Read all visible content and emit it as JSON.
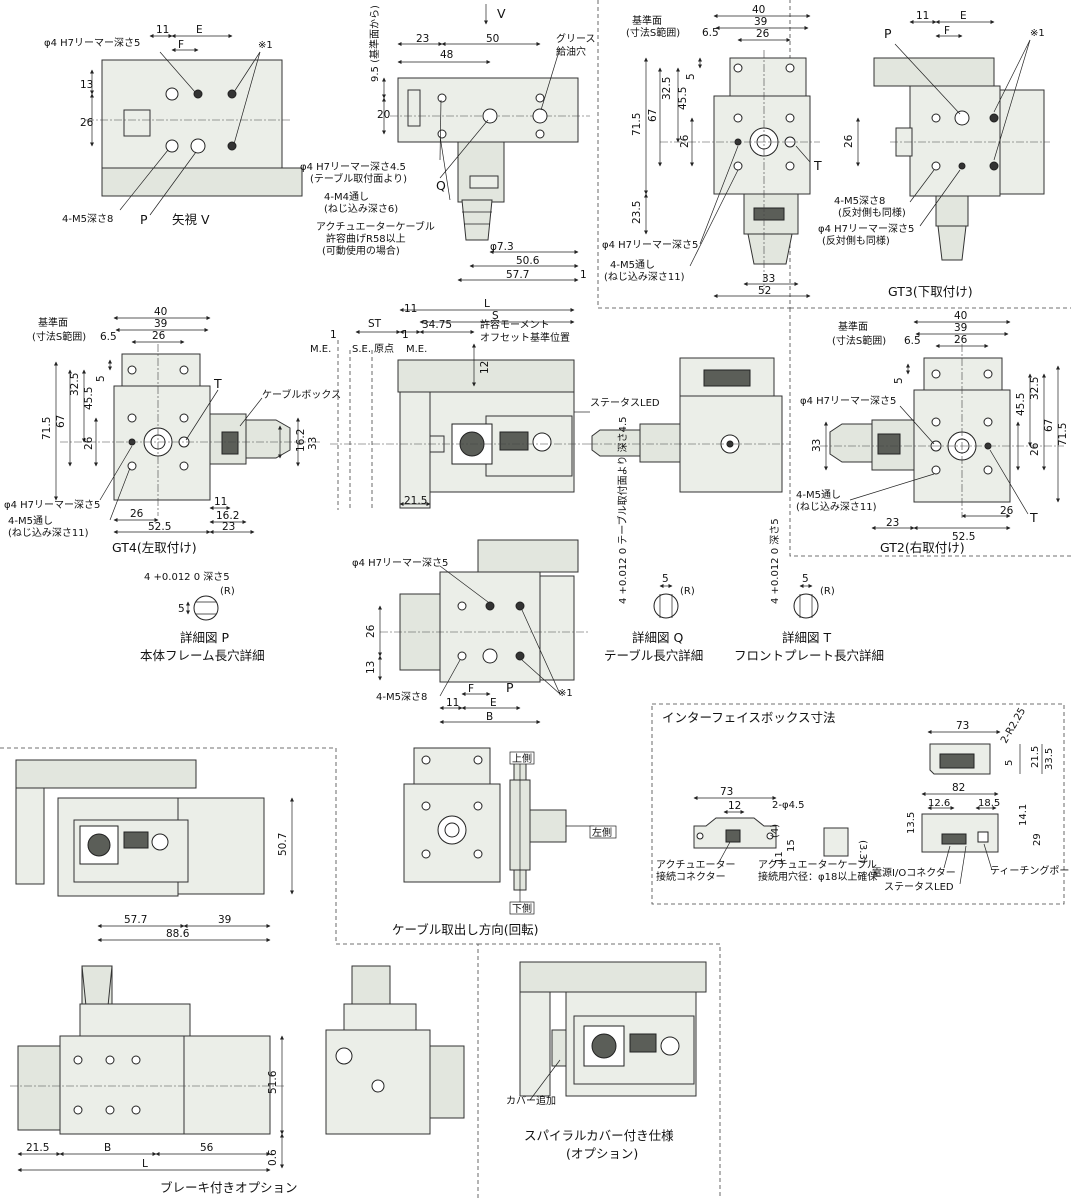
{
  "view_v": {
    "arrow": "V",
    "dims": {
      "d11": "11",
      "e": "E",
      "f": "F",
      "d13": "13",
      "d26": "26"
    },
    "callout_reamer": "φ4 H7リーマー深さ5",
    "callout_m5": "4-M5深さ8",
    "note1": "※1",
    "p": "P",
    "caption": "矢視 V"
  },
  "top_view": {
    "dims": {
      "d9_5": "9.5 (基準面から)",
      "d23": "23",
      "d48": "48",
      "d50": "50",
      "d20": "20",
      "d7_3": "φ7.3",
      "d50_6": "50.6",
      "d57_7": "57.7",
      "d1": "1"
    },
    "grease": "グリース",
    "grease2": "給油穴",
    "callout_reamer": "φ4 H7リーマー深さ4.5",
    "callout_reamer2": "(テーブル取付面より)",
    "callout_m4": "4-M4通し",
    "callout_m4_2": "(ねじ込み深さ6)",
    "q": "Q",
    "cable1": "アクチュエーターケーブル",
    "cable2": "許容曲げR58以上",
    "cable3": "(可動使用の場合)"
  },
  "gt3": {
    "ref1": "基準面",
    "ref2": "(寸法S範囲)",
    "dims": {
      "d40": "40",
      "d39": "39",
      "d26": "26",
      "d6_5": "6.5",
      "d5": "5",
      "d32_5": "32.5",
      "d45_5": "45.5",
      "d71_5": "71.5",
      "d67": "67",
      "d26b": "26",
      "d23_5": "23.5",
      "d33": "33",
      "d52": "52"
    },
    "t": "T",
    "callout_reamer": "φ4 H7リーマー深さ5",
    "callout_m5": "4-M5通し",
    "callout_m5_2": "(ねじ込み深さ11)",
    "caption": "GT3(下取付け)"
  },
  "side_view_right": {
    "dims": {
      "d11": "11",
      "e": "E",
      "f": "F",
      "d26": "26"
    },
    "p": "P",
    "note1": "※1",
    "callout_m5": "4-M5深さ8",
    "callout_m5_2": "(反対側も同様)",
    "callout_reamer": "φ4 H7リーマー深さ5",
    "callout_reamer2": "(反対側も同様)"
  },
  "gt4": {
    "ref1": "基準面",
    "ref2": "(寸法S範囲)",
    "dims": {
      "d40": "40",
      "d39": "39",
      "d26": "26",
      "d6_5": "6.5",
      "d5": "5",
      "d32_5": "32.5",
      "d45_5": "45.5",
      "d71_5": "71.5",
      "d67": "67",
      "d26b": "26",
      "d26c": "26",
      "d52_5": "52.5",
      "d11": "11",
      "d16_2": "16.2",
      "d23": "23",
      "d33": "33",
      "d16_2b": "16.2"
    },
    "t": "T",
    "callout_reamer": "φ4 H7リーマー深さ5",
    "callout_m5": "4-M5通し",
    "callout_m5_2": "(ねじ込み深さ11)",
    "cable_box": "ケーブルボックス",
    "caption": "GT4(左取付け)"
  },
  "front_view": {
    "dims": {
      "l": "L",
      "s": "S",
      "st": "ST",
      "d11": "11",
      "d34_75": "34.75",
      "d1a": "1",
      "d1b": "1",
      "d12": "12",
      "d21_5": "21.5"
    },
    "me1": "M.E.",
    "se": "S.E.",
    "origin": "原点",
    "me2": "M.E.",
    "moment1": "許容モーメント",
    "moment2": "オフセット基準位置",
    "status_led": "ステータスLED"
  },
  "gt2": {
    "ref1": "基準面",
    "ref2": "(寸法S範囲)",
    "dims": {
      "d40": "40",
      "d39": "39",
      "d26": "26",
      "d6_5": "6.5",
      "d5": "5",
      "d32_5": "32.5",
      "d45_5": "45.5",
      "d71_5": "71.5",
      "d67": "67",
      "d26b": "26",
      "d33": "33",
      "d23": "23",
      "d52_5": "52.5",
      "d26c": "26"
    },
    "callout_reamer": "φ4 H7リーマー深さ5",
    "callout_m5": "4-M5通し",
    "callout_m5_2": "(ねじ込み深さ11)",
    "t": "T",
    "caption": "GT2(右取付け)"
  },
  "detail_p": {
    "tol": "4 +0.012 0 深さ5",
    "d5": "5",
    "r": "(R)",
    "title": "詳細図 P",
    "sub": "本体フレーム長穴詳細"
  },
  "detail_q": {
    "tol": "4 +0.012 0 テーブル取付面より 深さ4.5",
    "d5": "5",
    "r": "(R)",
    "title": "詳細図 Q",
    "sub": "テーブル長穴詳細"
  },
  "detail_t": {
    "tol": "4 +0.012 0 深さ5",
    "d5": "5",
    "r": "(R)",
    "title": "詳細図 T",
    "sub": "フロントプレート長穴詳細"
  },
  "bottom_view": {
    "callout_reamer": "φ4 H7リーマー深さ5",
    "callout_m5": "4-M5深さ8",
    "note1": "※1",
    "dims": {
      "d26": "26",
      "d13": "13",
      "f": "F",
      "e": "E",
      "b": "B",
      "d11": "11"
    },
    "p": "P"
  },
  "interface_box": {
    "title": "インターフェイスボックス寸法",
    "dims": {
      "d73a": "73",
      "d12": "12",
      "d2_4_5": "2-φ4.5",
      "d4": "(4)",
      "d15": "15",
      "d11": "11",
      "d3_3": "(3.3)",
      "d73b": "73",
      "r2_25": "2-R2.25",
      "d5": "5",
      "d21_5": "21.5",
      "d33_5": "33.5",
      "d82": "82",
      "d12_6": "12.6",
      "d18_5": "18.5",
      "d13_5": "13.5",
      "d14_1": "14.1",
      "d29": "29"
    },
    "conn1": "アクチュエーター",
    "conn2": "接続コネクター",
    "hole1": "アクチュエーターケーブル",
    "hole2": "接続用穴径：φ18以上確保",
    "power": "電源I/Oコネクター",
    "led": "ステータスLED",
    "teach": "ティーチングポート"
  },
  "motor_side": {
    "d50_7": "50.7"
  },
  "cable_dir": {
    "up": "上側",
    "left": "左側",
    "down": "下側",
    "caption": "ケーブル取出し方向(回転)"
  },
  "brake": {
    "dims": {
      "d57_7": "57.7",
      "d39": "39",
      "d88_6": "88.6",
      "d51_6": "51.6",
      "d21_5": "21.5",
      "b": "B",
      "d56": "56",
      "l": "L",
      "d0_6": "0.6"
    },
    "caption": "ブレーキ付きオプション"
  },
  "spiral": {
    "cover": "カバー追加",
    "caption1": "スパイラルカバー付き仕様",
    "caption2": "(オプション)"
  }
}
